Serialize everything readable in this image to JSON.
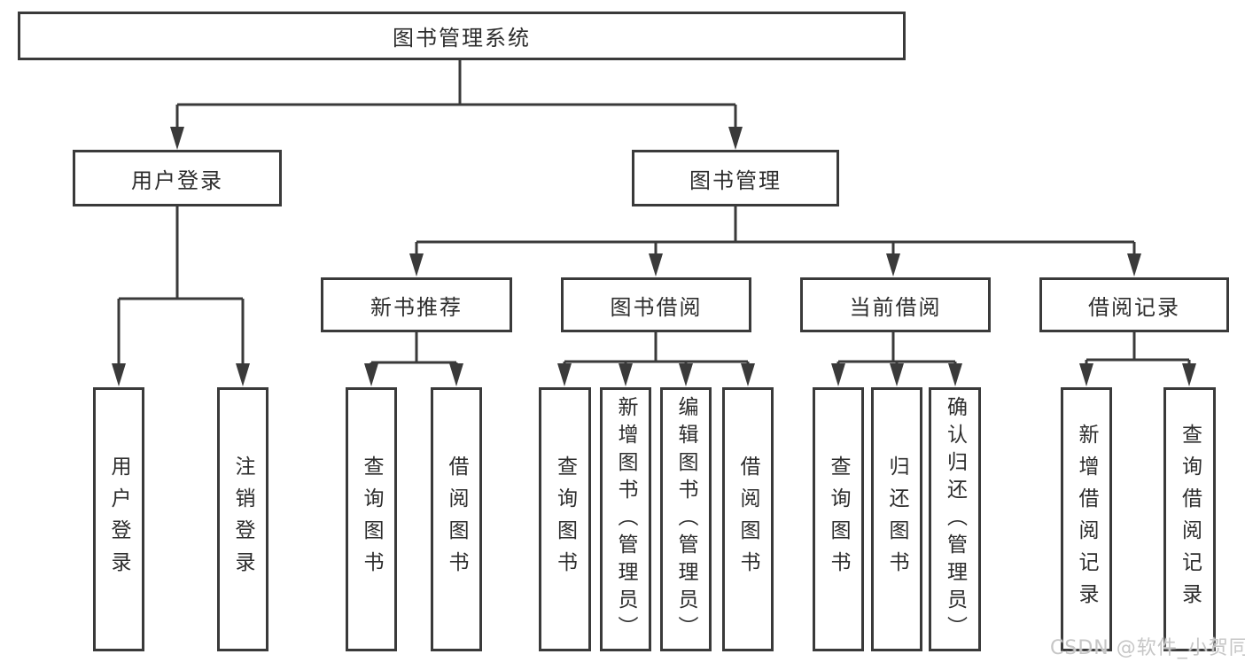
{
  "colors": {
    "line": "#3a3a3a",
    "text": "#2d2d2d",
    "background": "#ffffff",
    "watermark": "#c6c6c6"
  },
  "watermark": {
    "text": "CSDN @软件_小贺同学"
  },
  "diagram": {
    "root": {
      "label": "图书管理系统"
    },
    "branches": [
      {
        "label": "用户登录",
        "children": [
          {
            "label": "用户登录"
          },
          {
            "label": "注销登录"
          }
        ]
      },
      {
        "label": "图书管理",
        "children": [
          {
            "label": "新书推荐",
            "children": [
              {
                "label": "查询图书"
              },
              {
                "label": "借阅图书"
              }
            ]
          },
          {
            "label": "图书借阅",
            "children": [
              {
                "label": "查询图书"
              },
              {
                "label": "新增图书（管理员）"
              },
              {
                "label": "编辑图书（管理员）"
              },
              {
                "label": "借阅图书"
              }
            ]
          },
          {
            "label": "当前借阅",
            "children": [
              {
                "label": "查询图书"
              },
              {
                "label": "归还图书"
              },
              {
                "label": "确认归还（管理员）"
              }
            ]
          },
          {
            "label": "借阅记录",
            "children": [
              {
                "label": "新增借阅记录"
              },
              {
                "label": "查询借阅记录"
              }
            ]
          }
        ]
      }
    ]
  }
}
